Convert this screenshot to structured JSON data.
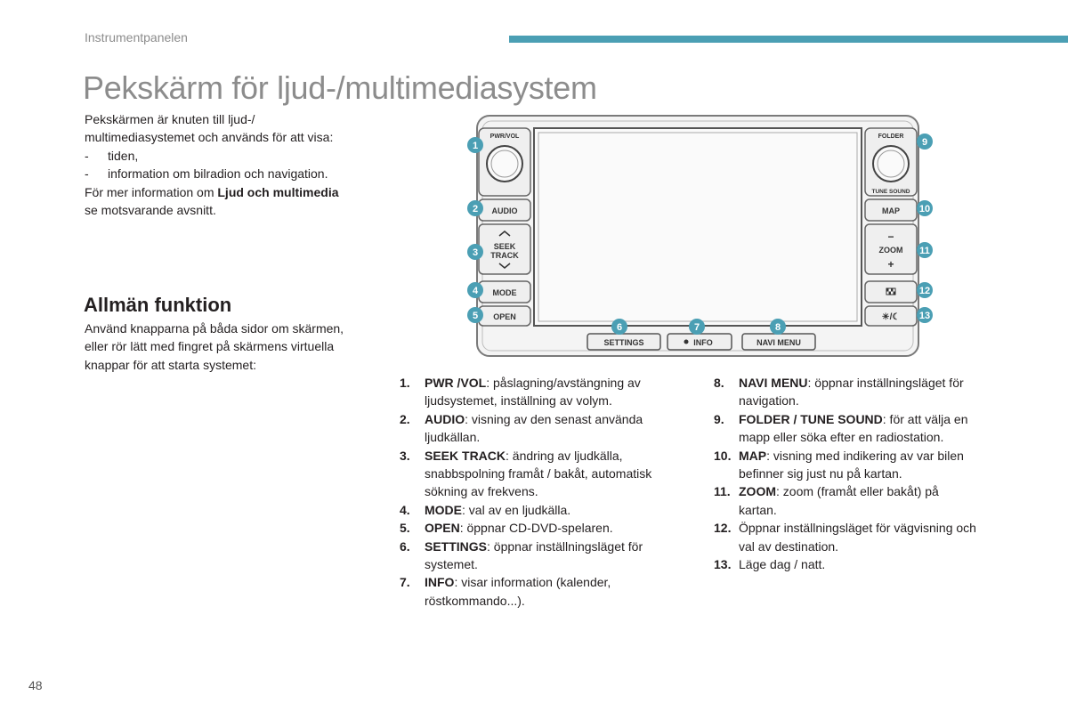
{
  "header": {
    "section": "Instrumentpanelen",
    "title": "Pekskärm för ljud-/multimediasystem",
    "accent_color": "#4b9fb4"
  },
  "intro": {
    "line1": "Pekskärmen är knuten till ljud-/",
    "line2": "multimediasystemet och används för att visa:",
    "bullets": [
      "tiden,",
      "information om bilradion och navigation."
    ],
    "more_prefix": "För mer information om ",
    "more_bold": "Ljud och multimedia",
    "more_suffix": "se motsvarande avsnitt."
  },
  "function": {
    "heading": "Allmän funktion",
    "line1": "Använd knapparna på båda sidor om skärmen,",
    "line2": "eller rör lätt med fingret på skärmens virtuella",
    "line3": "knappar för att starta systemet:"
  },
  "panel": {
    "callout_color": "#4b9fb4",
    "left_knob_label": "PWR/VOL",
    "right_knob_label_top": "FOLDER",
    "right_knob_label_bottom": "TUNE SOUND",
    "audio": "AUDIO",
    "seek_line1": "SEEK",
    "seek_line2": "TRACK",
    "mode": "MODE",
    "open": "OPEN",
    "map": "MAP",
    "zoom": "ZOOM",
    "zoom_minus": "−",
    "zoom_plus": "+",
    "day_night": "☀/☾",
    "settings": "SETTINGS",
    "info": "INFO",
    "navi_menu": "NAVI MENU",
    "callouts": [
      "1",
      "2",
      "3",
      "4",
      "5",
      "6",
      "7",
      "8",
      "9",
      "10",
      "11",
      "12",
      "13"
    ]
  },
  "descriptions_left": [
    {
      "num": "1.",
      "key": "PWR /VOL",
      "text": ": påslagning/avstängning av",
      "cont": [
        "ljudsystemet, inställning av volym."
      ]
    },
    {
      "num": "2.",
      "key": "AUDIO",
      "text": ": visning av den senast använda",
      "cont": [
        "ljudkällan."
      ]
    },
    {
      "num": "3.",
      "key": "SEEK TRACK",
      "text": ": ändring av ljudkälla,",
      "cont": [
        "snabbspolning framåt / bakåt, automatisk",
        "sökning av frekvens."
      ]
    },
    {
      "num": "4.",
      "key": "MODE",
      "text": ": val av en ljudkälla.",
      "cont": []
    },
    {
      "num": "5.",
      "key": "OPEN",
      "text": ": öppnar CD-DVD-spelaren.",
      "cont": []
    },
    {
      "num": "6.",
      "key": "SETTINGS",
      "text": ": öppnar inställningsläget för",
      "cont": [
        "systemet."
      ]
    },
    {
      "num": "7.",
      "key": "INFO",
      "text": ": visar information (kalender,",
      "cont": [
        "röstkommando...)."
      ]
    }
  ],
  "descriptions_right": [
    {
      "num": "8.",
      "key": "NAVI MENU",
      "text": ": öppnar inställningsläget för",
      "cont": [
        "navigation."
      ]
    },
    {
      "num": "9.",
      "key": "FOLDER / TUNE SOUND",
      "text": ": för att välja en",
      "cont": [
        "mapp eller söka efter en radiostation."
      ]
    },
    {
      "num": "10.",
      "key": "MAP",
      "text": ": visning med indikering av var bilen",
      "cont": [
        "befinner sig just nu på kartan."
      ]
    },
    {
      "num": "11.",
      "key": "ZOOM",
      "text": ": zoom (framåt eller bakåt) på",
      "cont": [
        "kartan."
      ]
    },
    {
      "num": "12.",
      "key": "",
      "text": "Öppnar inställningsläget för vägvisning och",
      "cont": [
        "val av destination."
      ]
    },
    {
      "num": "13.",
      "key": "",
      "text": "Läge dag / natt.",
      "cont": []
    }
  ],
  "footer": {
    "page_number": "48"
  }
}
